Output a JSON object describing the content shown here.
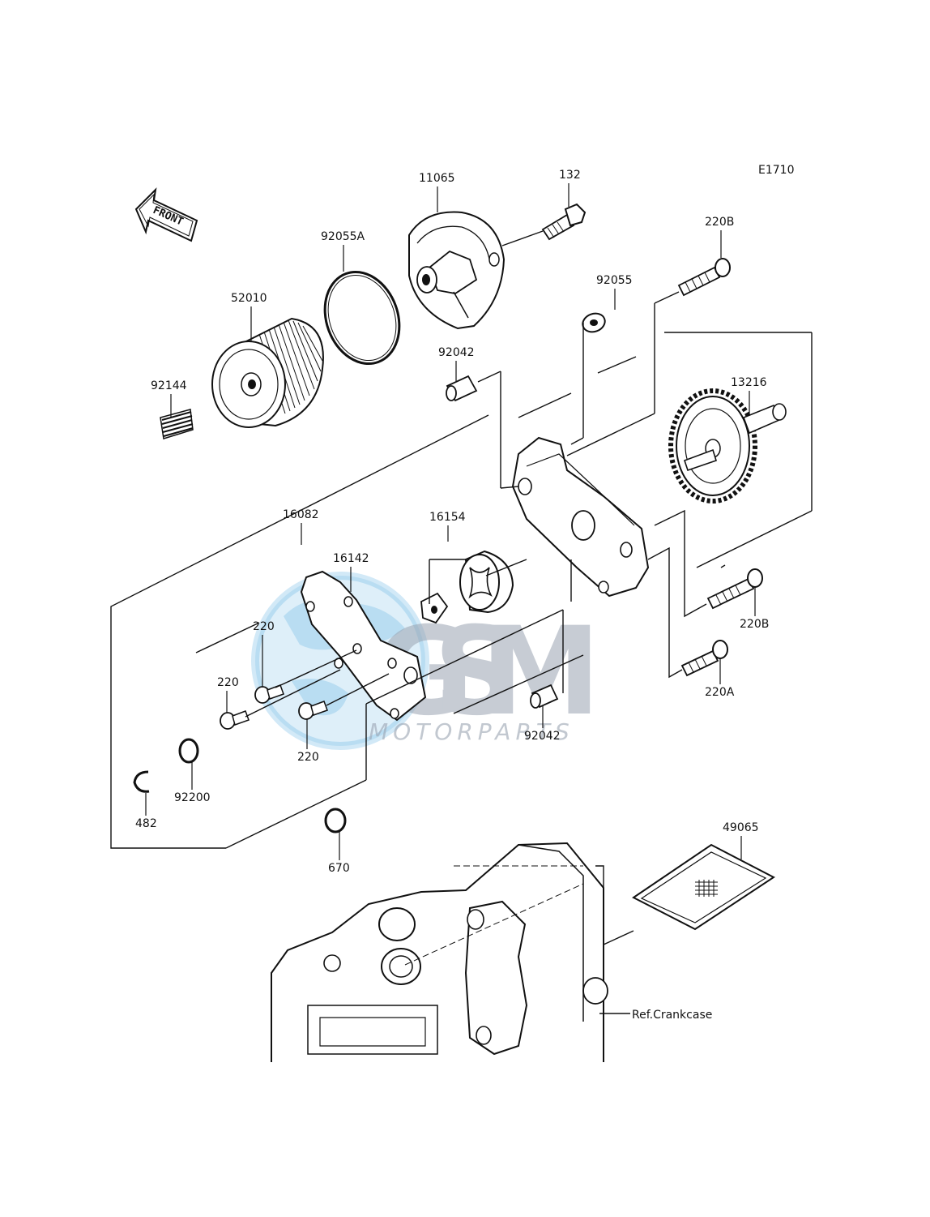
{
  "diagram_code": "E1710",
  "front_label": "FRONT",
  "parts": {
    "p11065": "11065",
    "p132": "132",
    "p92055A": "92055A",
    "p52010": "52010",
    "p92144": "92144",
    "p92055": "92055",
    "p220B_top": "220B",
    "p92042_top": "92042",
    "p13216": "13216",
    "p16082": "16082",
    "p16154": "16154",
    "p16142": "16142",
    "p220_a": "220",
    "p220_b": "220",
    "p220_c": "220",
    "p220B_bottom": "220B",
    "p220A": "220A",
    "p92042_bottom": "92042",
    "p92200": "92200",
    "p482": "482",
    "p670": "670",
    "p49065": "49065"
  },
  "ref_crankcase": "Ref.Crankcase",
  "watermark": {
    "logo_text": "GSM",
    "sub_text": "MOTORPARTS"
  },
  "colors": {
    "line": "#111111",
    "watermark_blue": "#4aa8e0",
    "watermark_gray": "#9aa4b2"
  }
}
